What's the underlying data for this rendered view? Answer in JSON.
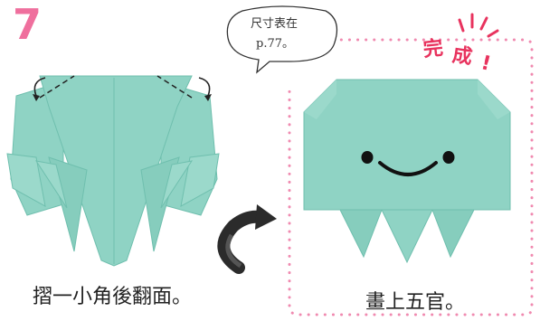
{
  "step": {
    "number": "7"
  },
  "speech_bubble": {
    "line1": "尺寸表在",
    "line2": "p.77。"
  },
  "complete_label": {
    "char1": "完",
    "char2": "成",
    "mark": "!"
  },
  "captions": {
    "left": "摺一小角後翻面。",
    "right": "畫上五官。"
  },
  "colors": {
    "paper": "#8fd3c4",
    "paper_dark": "#6fbfae",
    "accent_pink": "#ef6f9d",
    "complete_red": "#e8335e",
    "dotted_border": "#f08ab0"
  },
  "icons": [
    "fold-arrow-left-icon",
    "fold-arrow-right-icon",
    "flip-arrow-icon"
  ]
}
